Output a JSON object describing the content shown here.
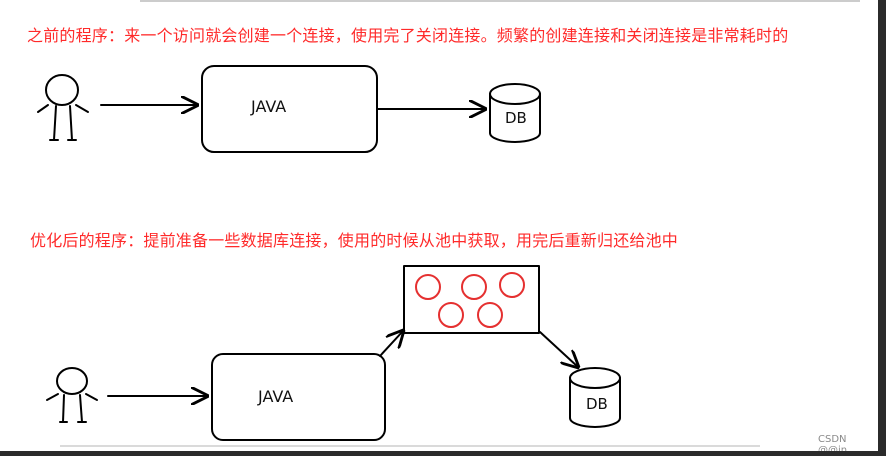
{
  "captions": {
    "before": "之前的程序：来一个访问就会创建一个连接，使用完了关闭连接。频繁的创建连接和关闭连接是非常耗时的",
    "after": "优化后的程序：提前准备一些数据库连接，使用的时候从池中获取，用完后重新归还给池中"
  },
  "labels": {
    "java_top": "JAVA",
    "db_top": "DB",
    "java_bottom": "JAVA",
    "db_bottom": "DB"
  },
  "pool": {
    "connection_count": 5
  },
  "colors": {
    "caption": "#ff2a2a",
    "pool_circle": "#e53030",
    "stroke": "#000000"
  },
  "watermark": "CSDN @@jn"
}
